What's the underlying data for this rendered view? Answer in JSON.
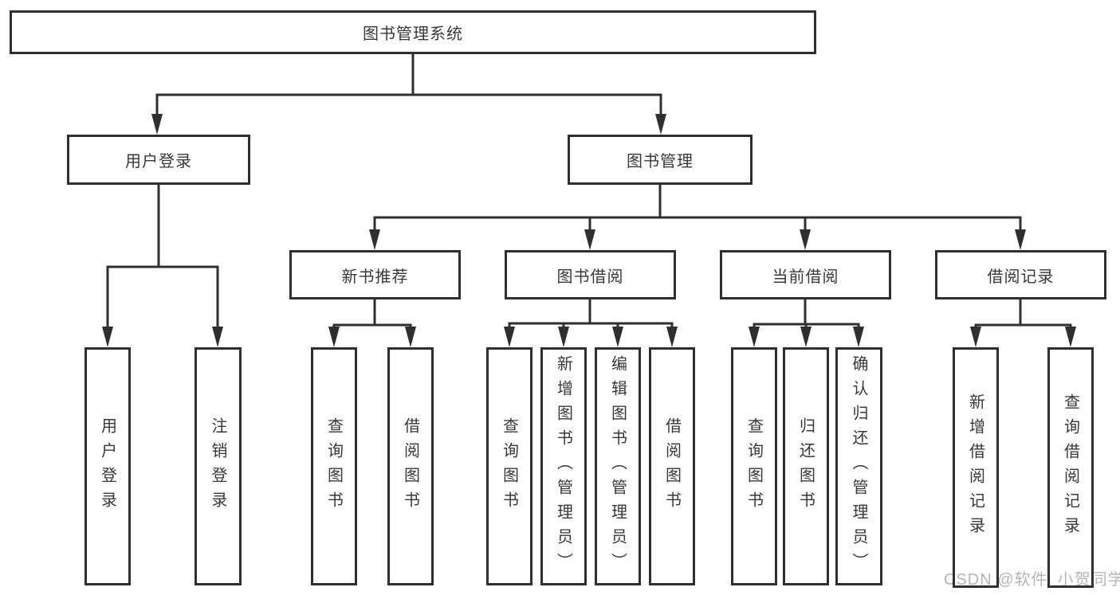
{
  "root": {
    "label": "图书管理系统"
  },
  "user_login": {
    "label": "用户登录",
    "children": [
      {
        "label": "用户登录"
      },
      {
        "label": "注销登录"
      }
    ]
  },
  "book_mgmt": {
    "label": "图书管理",
    "children": [
      {
        "label": "新书推荐",
        "children": [
          {
            "label": "查询图书"
          },
          {
            "label": "借阅图书"
          }
        ]
      },
      {
        "label": "图书借阅",
        "children": [
          {
            "label": "查询图书"
          },
          {
            "label": "新增图书（管理员）"
          },
          {
            "label": "编辑图书（管理员）"
          },
          {
            "label": "借阅图书"
          }
        ]
      },
      {
        "label": "当前借阅",
        "children": [
          {
            "label": "查询图书"
          },
          {
            "label": "归还图书"
          },
          {
            "label": "确认归还（管理员）"
          }
        ]
      },
      {
        "label": "借阅记录",
        "children": [
          {
            "label": "新增借阅记录"
          },
          {
            "label": "查询借阅记录"
          }
        ]
      }
    ]
  },
  "watermark": {
    "text": "CSDN @软件_小贺同学"
  },
  "colors": {
    "line": "#2f2f2f",
    "text": "#383838",
    "watermark": "#b5b5b5",
    "background": "#ffffff"
  }
}
